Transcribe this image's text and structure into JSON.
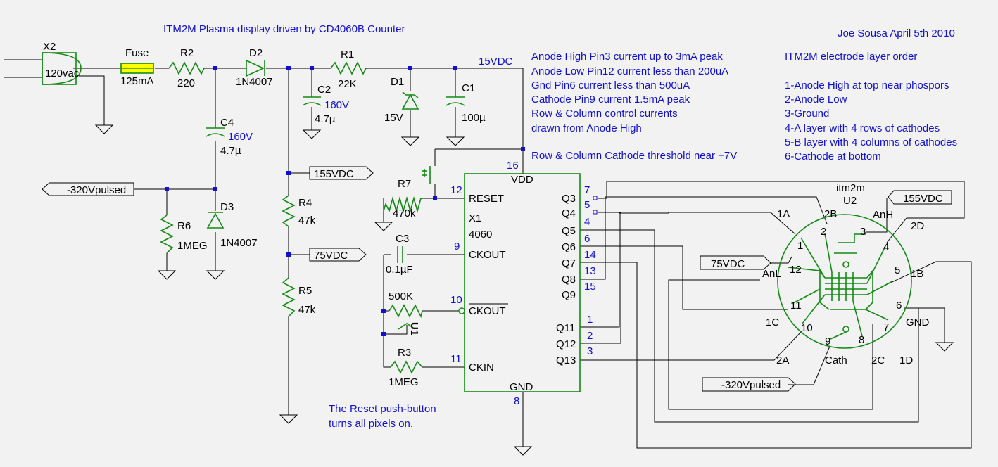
{
  "title": "ITM2M Plasma display driven by CD4060B Counter",
  "author": "Joe Sousa  April 5th 2010",
  "notes": [
    "Anode High Pin3 current up to 3mA peak",
    "Anode Low Pin12 current less than 200uA",
    "Gnd Pin6 current less than 500uA",
    "Cathode Pin9 current 1.5mA peak",
    "Row & Column control currents",
    "drawn from Anode High",
    "Row & Column Cathode threshold near +7V"
  ],
  "layer_title": "ITM2M electrode layer order",
  "layers": [
    "1-Anode High at top near phospors",
    "2-Anode Low",
    "3-Ground",
    "4-A layer with 4 rows of cathodes",
    "5-B layer with 4 columns of cathodes",
    "6-Cathode at bottom"
  ],
  "reset_note": [
    "The Reset push-button",
    "turns all pixels on."
  ],
  "nets": {
    "v15": "15VDC",
    "v155": "155VDC",
    "v75": "75VDC",
    "v160": "160V",
    "vneg": "-320Vpulsed"
  },
  "components": {
    "x2": {
      "name": "X2",
      "value": "120vac"
    },
    "fuse": {
      "name": "Fuse",
      "value": "125mA"
    },
    "r2": {
      "name": "R2",
      "value": "220"
    },
    "d2": {
      "name": "D2",
      "value": "1N4007"
    },
    "r1": {
      "name": "R1",
      "value": "22K"
    },
    "d1": {
      "name": "D1",
      "value": "15V"
    },
    "c1": {
      "name": "C1",
      "value": "100µ"
    },
    "c2": {
      "name": "C2",
      "value": "4.7µ"
    },
    "c4": {
      "name": "C4",
      "value": "4.7µ"
    },
    "d3": {
      "name": "D3",
      "value": "1N4007"
    },
    "r6": {
      "name": "R6",
      "value": "1MEG"
    },
    "r4": {
      "name": "R4",
      "value": "47k"
    },
    "r5": {
      "name": "R5",
      "value": "47k"
    },
    "r7": {
      "name": "R7",
      "value": "470k"
    },
    "c3": {
      "name": "C3",
      "value": "0.1µF"
    },
    "pot": {
      "name": "U1",
      "value": "500K"
    },
    "r3": {
      "name": "R3",
      "value": "1MEG"
    },
    "x1": {
      "name": "X1",
      "value": "4060"
    },
    "u2": {
      "name": "U2",
      "value": "itm2m"
    }
  },
  "ic": {
    "left_pins": [
      {
        "num": "12",
        "label": "RESET"
      },
      {
        "num": "9",
        "label": "CKOUT"
      },
      {
        "num": "10",
        "label": "CKOUT"
      },
      {
        "num": "11",
        "label": "CKIN"
      }
    ],
    "top_pin": {
      "num": "16",
      "label": "VDD"
    },
    "bottom_pin": {
      "num": "8",
      "label": "GND"
    },
    "right_pins": [
      {
        "num": "7",
        "label": "Q3"
      },
      {
        "num": "5",
        "label": "Q4"
      },
      {
        "num": "4",
        "label": "Q5"
      },
      {
        "num": "6",
        "label": "Q6"
      },
      {
        "num": "14",
        "label": "Q7"
      },
      {
        "num": "13",
        "label": "Q8"
      },
      {
        "num": "15",
        "label": "Q9"
      },
      {
        "num": "1",
        "label": "Q11"
      },
      {
        "num": "2",
        "label": "Q12"
      },
      {
        "num": "3",
        "label": "Q13"
      }
    ]
  },
  "tube_pins": [
    {
      "num": "1",
      "label": "1A"
    },
    {
      "num": "2",
      "label": "2B"
    },
    {
      "num": "3",
      "label": "AnH"
    },
    {
      "num": "4",
      "label": "2D"
    },
    {
      "num": "5",
      "label": "1B"
    },
    {
      "num": "6",
      "label": "GND"
    },
    {
      "num": "7",
      "label": "1D"
    },
    {
      "num": "8",
      "label": "2C"
    },
    {
      "num": "9",
      "label": "Cath"
    },
    {
      "num": "10",
      "label": "2A"
    },
    {
      "num": "11",
      "label": "1C"
    },
    {
      "num": "12",
      "label": "AnL"
    }
  ]
}
